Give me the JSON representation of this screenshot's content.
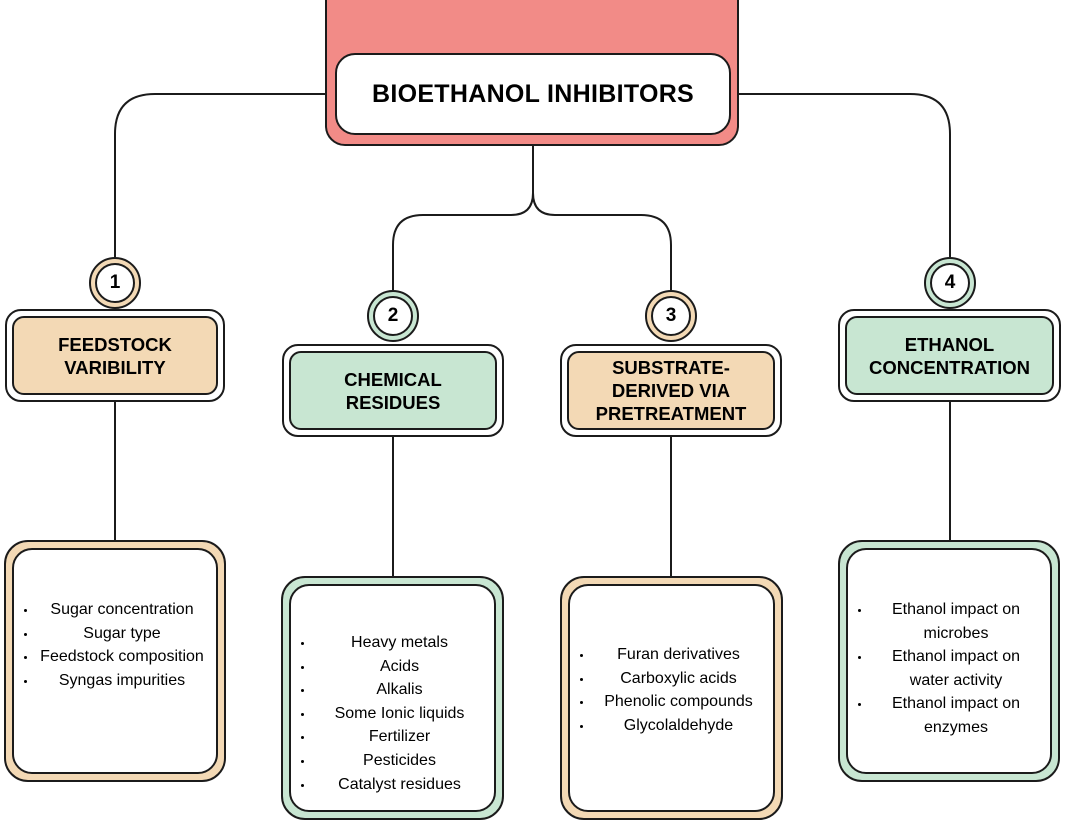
{
  "title": "BIOETHANOL INHIBITORS",
  "colors": {
    "root_band": "#f28b87",
    "peach": "#f3d9b5",
    "mint": "#c8e6d2",
    "outline": "#1b1b1b"
  },
  "categories": [
    {
      "number": "1",
      "label_lines": [
        "FEEDSTOCK",
        "VARIBILITY"
      ],
      "color": "peach",
      "items": [
        "Sugar concentration",
        "Sugar type",
        "Feedstock composition",
        "Syngas impurities"
      ]
    },
    {
      "number": "2",
      "label_lines": [
        "CHEMICAL",
        "RESIDUES"
      ],
      "color": "mint",
      "items": [
        "Heavy metals",
        "Acids",
        "Alkalis",
        "Some Ionic liquids",
        "Fertilizer",
        "Pesticides",
        "Catalyst residues"
      ]
    },
    {
      "number": "3",
      "label_lines": [
        "SUBSTRATE-",
        "DERIVED VIA",
        "PRETREATMENT"
      ],
      "color": "peach",
      "items": [
        "Furan derivatives",
        "Carboxylic acids",
        "Phenolic compounds",
        "Glycolaldehyde"
      ]
    },
    {
      "number": "4",
      "label_lines": [
        "ETHANOL",
        "CONCENTRATION"
      ],
      "color": "mint",
      "items": [
        "Ethanol impact on microbes",
        "Ethanol impact on water activity",
        "Ethanol impact on enzymes"
      ]
    }
  ]
}
